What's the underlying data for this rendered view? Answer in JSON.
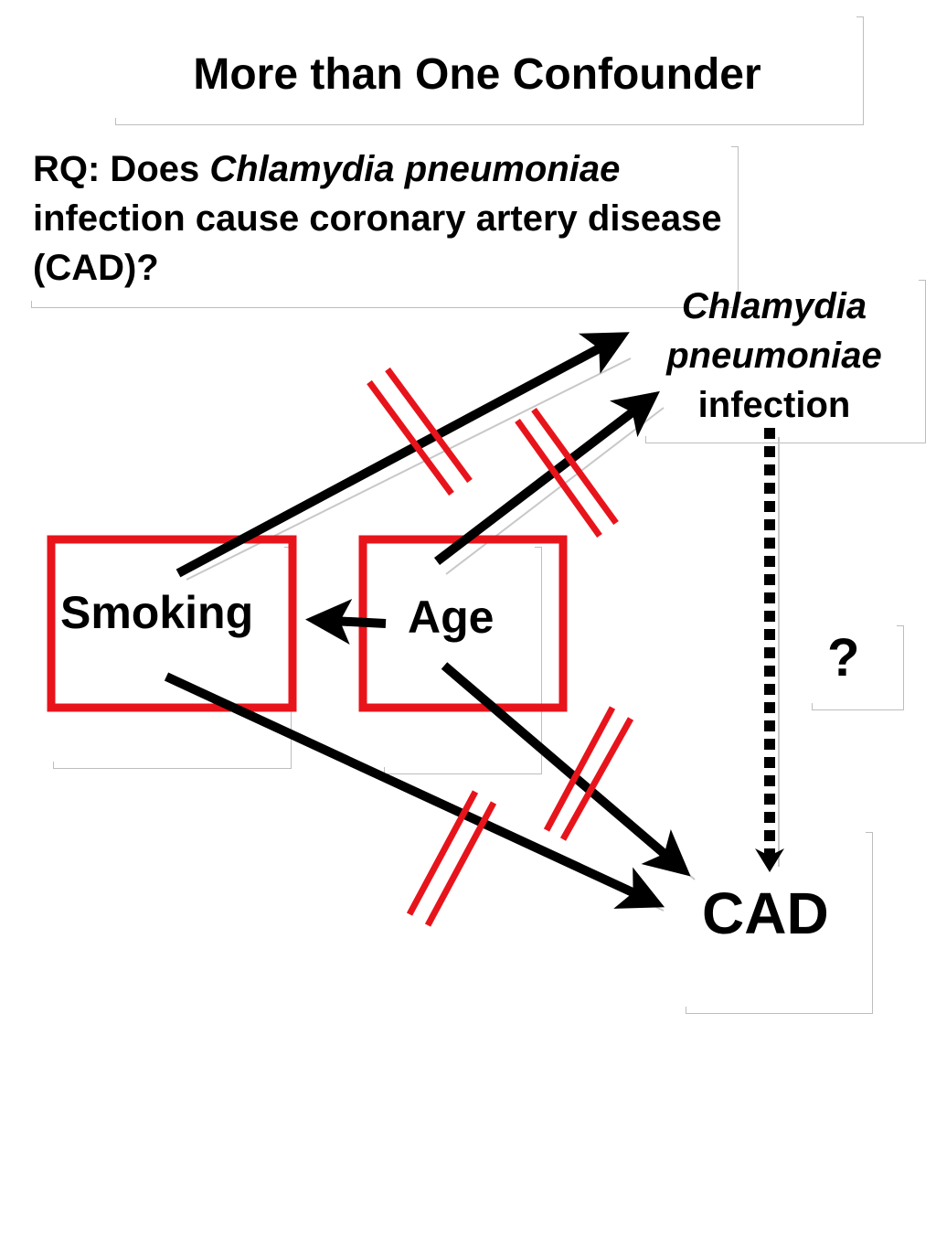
{
  "title": "More than One Confounder",
  "research_question": {
    "prefix": "RQ:  Does ",
    "organism": "Chlamydia pneumoniae",
    "suffix": " infection cause coronary artery disease (CAD)?"
  },
  "nodes": {
    "exposure": {
      "organism_line1": "Chlamydia",
      "organism_line2": "pneumoniae",
      "line3": "infection"
    },
    "smoking": "Smoking",
    "age": "Age",
    "outcome": "CAD"
  },
  "unknown_effect_marker": "?",
  "edges": [
    {
      "from": "smoking",
      "to": "exposure",
      "blocked": true
    },
    {
      "from": "age",
      "to": "exposure",
      "blocked": true
    },
    {
      "from": "age",
      "to": "smoking",
      "blocked": false
    },
    {
      "from": "smoking",
      "to": "outcome",
      "blocked": true
    },
    {
      "from": "age",
      "to": "outcome",
      "blocked": true
    },
    {
      "from": "exposure",
      "to": "outcome",
      "blocked": false,
      "style": "dotted"
    }
  ],
  "adjusted_for": [
    "smoking",
    "age"
  ],
  "colors": {
    "arrow": "#000000",
    "block_marks": "#e8141b",
    "adjust_box": "#e8141b"
  }
}
